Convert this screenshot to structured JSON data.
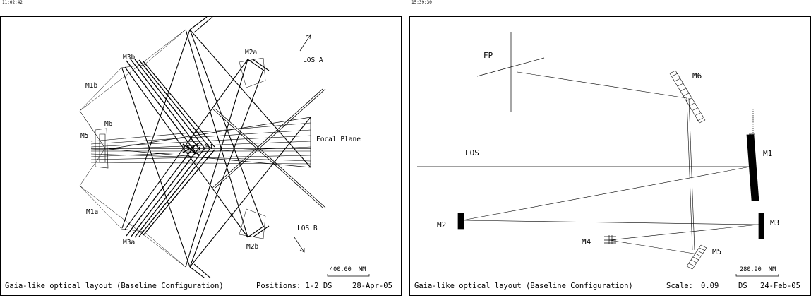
{
  "left": {
    "timestamp": "11:02:42",
    "labels": {
      "m1b": "M1b",
      "m3b": "M3b",
      "m2a": "M2a",
      "los_a": "LOS A",
      "m6": "M6",
      "m5": "M5",
      "focal_plane": "Focal Plane",
      "m4": "M4",
      "m1a": "M1a",
      "m3a": "M3a",
      "los_b": "LOS B",
      "m2b": "M2b"
    },
    "scale_value": "400.00",
    "scale_unit": "MM",
    "footer": {
      "title": "Gaia-like optical layout (Baseline Configuration)",
      "info": "Positions: 1-2 DS",
      "date": "28-Apr-05"
    }
  },
  "right": {
    "timestamp": "15:39:30",
    "labels": {
      "fp": "FP",
      "m6": "M6",
      "los": "LOS",
      "m1": "M1",
      "m2": "M2",
      "m3": "M3",
      "m4": "M4",
      "m5": "M5"
    },
    "scale_value": "280.90",
    "scale_unit": "MM",
    "footer": {
      "title": "Gaia-like optical layout (Baseline Configuration)",
      "scale_label": "Scale:",
      "scale_number": "0.09",
      "scale_units": "DS",
      "date": "24-Feb-05"
    }
  }
}
